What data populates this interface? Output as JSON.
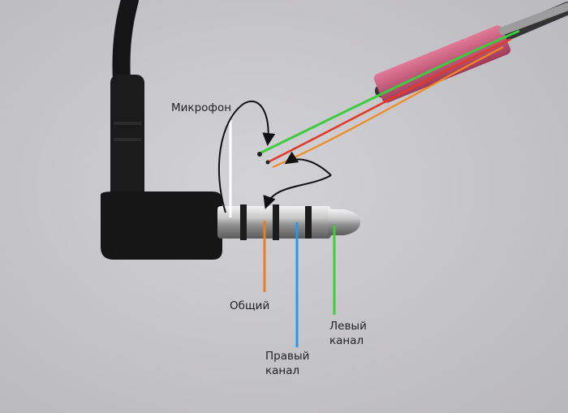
{
  "labels": {
    "microphone": "Микрофон",
    "common": "Общий",
    "right_channel": "Правый\nканал",
    "left_channel": "Левый\nканал"
  },
  "colors": {
    "background": "#c9c8cc",
    "plug_body": "#1a1a1a",
    "metal": "#b8b8b8",
    "marker_white": "#ffffff",
    "marker_orange": "#f07a26",
    "marker_blue": "#2b97e8",
    "marker_green": "#3ad13a",
    "arrow": "#111111",
    "wire_green": "#3ecb3e",
    "wire_red": "#e23a2a",
    "wire_orange": "#f08a20",
    "connector_pink": "#c2506e"
  }
}
